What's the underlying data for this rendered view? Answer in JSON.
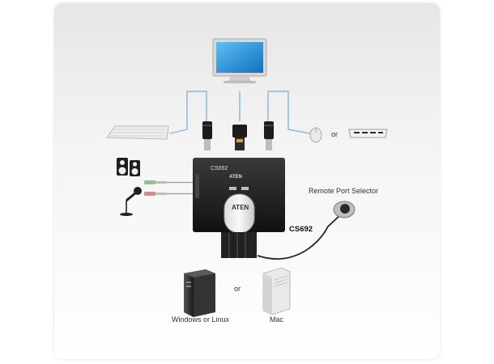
{
  "labels": {
    "or_peripherals": "or",
    "remote_port_selector": "Remote Port Selector",
    "model": "CS692",
    "or_computers": "or",
    "windows_linux": "Windows or Linux",
    "mac": "Mac"
  },
  "device": {
    "model_small": "CS692",
    "brand_small": "ATEN",
    "brand": "ATEN"
  },
  "colors": {
    "cable": "#8ab4d6",
    "device_body": "#1e1e1e",
    "screen": "#1e84d6",
    "mic_jack": "#d88a8a",
    "speaker_jack": "#8cc68c"
  }
}
